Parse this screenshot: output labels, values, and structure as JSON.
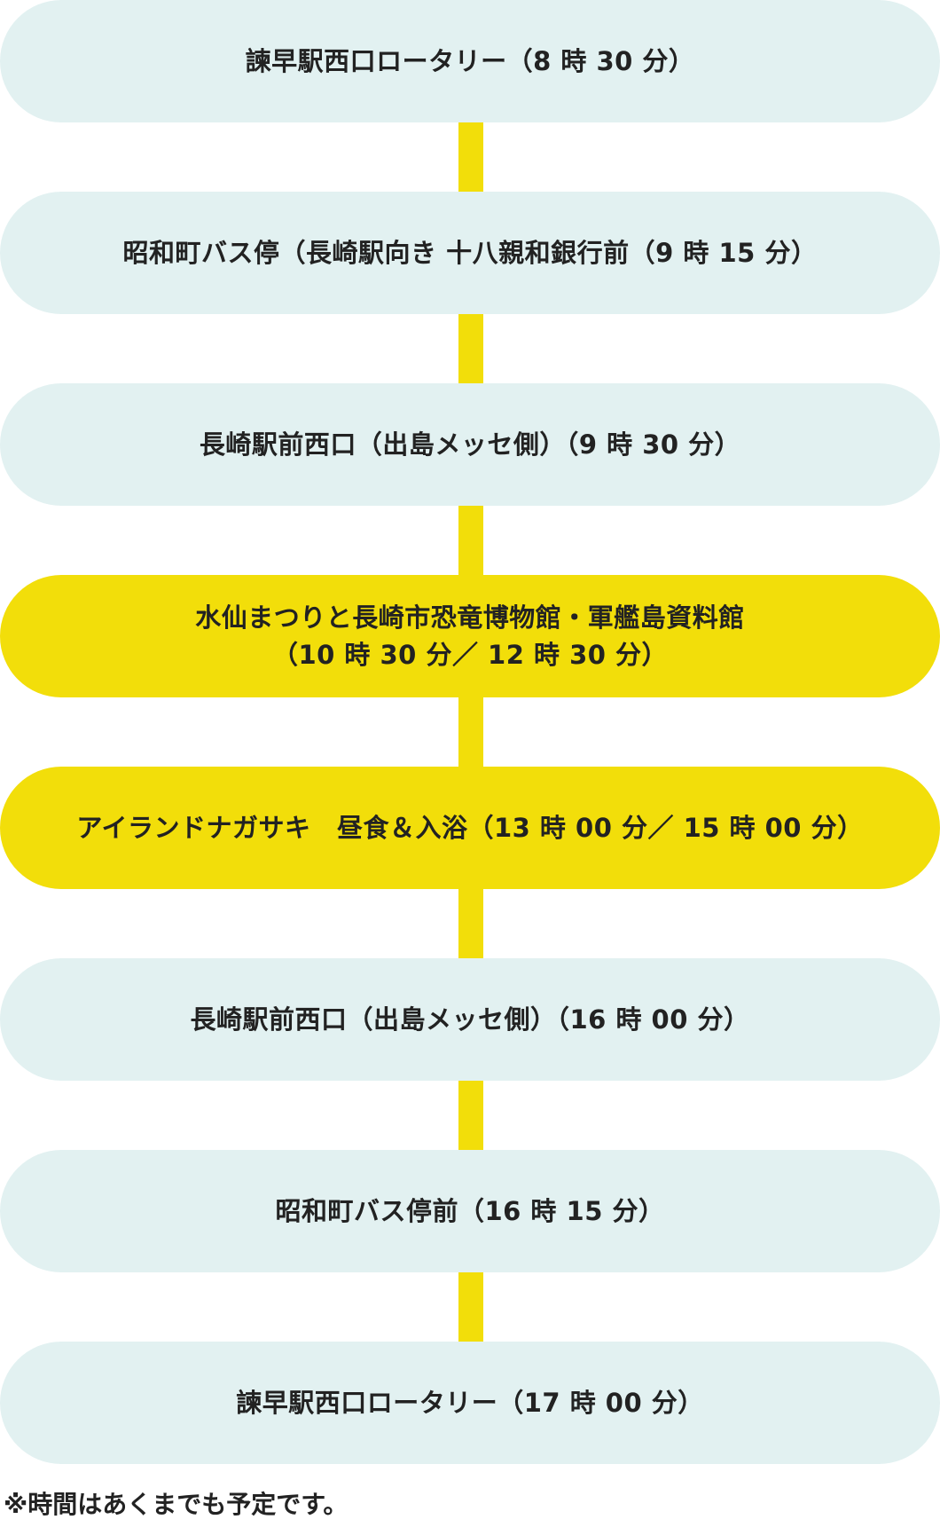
{
  "colors": {
    "stop_background": "#e2f1f1",
    "highlight_background": "#f2de0a",
    "connector": "#f2de0a",
    "text": "#222222"
  },
  "stops": [
    {
      "lines": [
        "諫早駅西口ロータリー（8 時 30 分）"
      ],
      "highlight": false
    },
    {
      "lines": [
        "昭和町バス停（長崎駅向き 十八親和銀行前（9 時 15 分）"
      ],
      "highlight": false
    },
    {
      "lines": [
        "長崎駅前西口（出島メッセ側）（9 時 30 分）"
      ],
      "highlight": false
    },
    {
      "lines": [
        "水仙まつりと長崎市恐竜博物館・軍艦島資料館",
        "（10 時 30 分／ 12 時 30 分）"
      ],
      "highlight": true
    },
    {
      "lines": [
        "アイランドナガサキ　昼食＆入浴（13 時 00 分／ 15 時 00 分）"
      ],
      "highlight": true
    },
    {
      "lines": [
        "長崎駅前西口（出島メッセ側）（16 時 00 分）"
      ],
      "highlight": false
    },
    {
      "lines": [
        "昭和町バス停前（16 時 15 分）"
      ],
      "highlight": false
    },
    {
      "lines": [
        "諫早駅西口ロータリー（17 時 00 分）"
      ],
      "highlight": false
    }
  ],
  "note": "※時間はあくまでも予定です。"
}
